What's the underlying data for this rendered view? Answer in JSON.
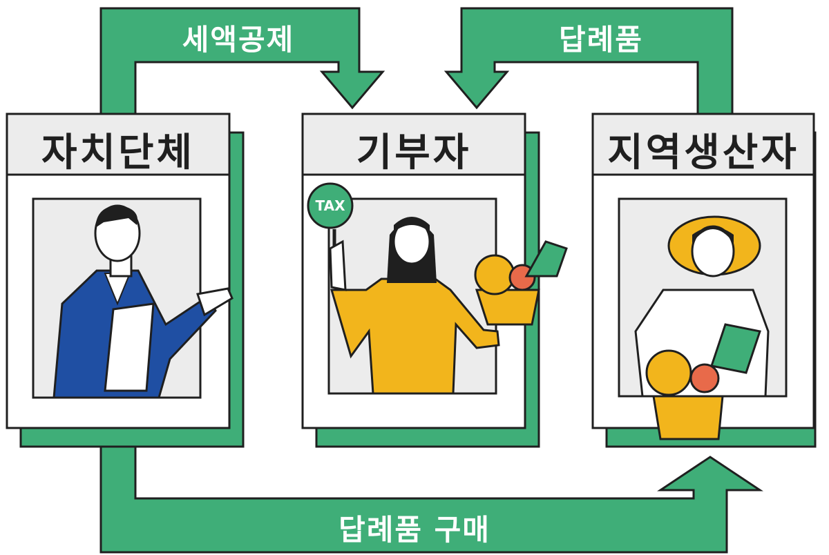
{
  "colors": {
    "green": "#3fae78",
    "dark": "#1f1f1f",
    "panel": "#ececec",
    "yellow": "#f2b51c",
    "blue": "#1f4fa3"
  },
  "arrows": {
    "tax_deduction": "세액공제",
    "gift_top": "답례품",
    "gift_purchase": "답례품 구매"
  },
  "cards": [
    {
      "title": "자치단체",
      "icon": "official-with-document-icon"
    },
    {
      "title": "기부자",
      "icon": "donor-with-vegetables-icon"
    },
    {
      "title": "지역생산자",
      "icon": "farmer-with-vegetable-basket-icon"
    }
  ],
  "badge": {
    "text": "TAX"
  }
}
